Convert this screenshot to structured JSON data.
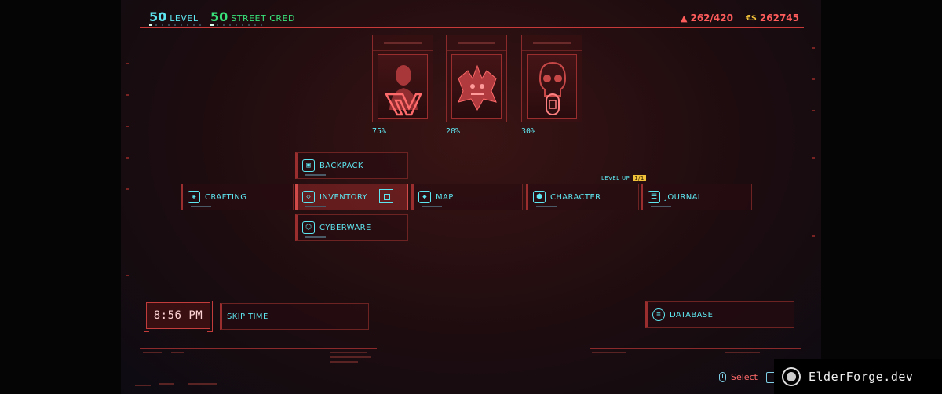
{
  "header": {
    "level": {
      "value": "50",
      "label": "LEVEL"
    },
    "street_cred": {
      "value": "50",
      "label": "STREET CRED"
    },
    "carry_weight": "262/420",
    "money_symbol": "€$",
    "money": "262745"
  },
  "cards": [
    {
      "name": "V",
      "percent": "75%"
    },
    {
      "name": "Samurai",
      "percent": "20%"
    },
    {
      "name": "Skull",
      "percent": "30%"
    }
  ],
  "menu": {
    "backpack": "BACKPACK",
    "crafting": "CRAFTING",
    "inventory": "INVENTORY",
    "map": "MAP",
    "character": "CHARACTER",
    "journal": "JOURNAL",
    "cyberware": "CYBERWARE",
    "level_up_label": "LEVEL UP",
    "level_up_badge": "1/1"
  },
  "time": {
    "clock": "8:56 PM",
    "skip_label": "SKIP TIME"
  },
  "database_label": "DATABASE",
  "prompt": {
    "select_label": "Select"
  },
  "watermark": "ElderForge.dev",
  "colors": {
    "accent_cyan": "#5ee6f0",
    "accent_red": "#ff5c5c",
    "street_cred_green": "#39e27a",
    "money_gold": "#f2c23a"
  }
}
